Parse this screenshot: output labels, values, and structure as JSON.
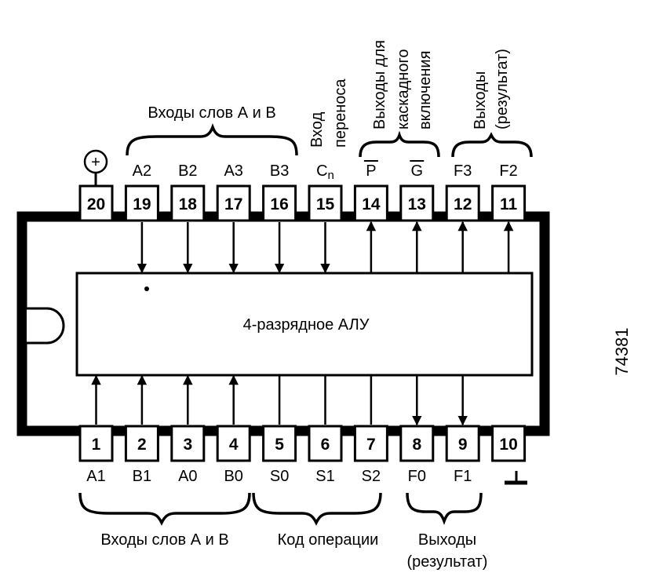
{
  "chip": {
    "part_number": "74381",
    "title": "4-разрядное АЛУ",
    "power_symbol": "+",
    "ground_symbol": "⊥"
  },
  "top_pins": [
    {
      "number": "20",
      "signal": "",
      "kind": "power",
      "direction": "none"
    },
    {
      "number": "19",
      "signal": "A2",
      "kind": "input",
      "direction": "in"
    },
    {
      "number": "18",
      "signal": "B2",
      "kind": "input",
      "direction": "in"
    },
    {
      "number": "17",
      "signal": "A3",
      "kind": "input",
      "direction": "in"
    },
    {
      "number": "16",
      "signal": "B3",
      "kind": "input",
      "direction": "in"
    },
    {
      "number": "15",
      "signal": "Cn",
      "kind": "input",
      "direction": "in"
    },
    {
      "number": "14",
      "signal": "P",
      "kind": "output",
      "direction": "out",
      "overbar": true
    },
    {
      "number": "13",
      "signal": "G",
      "kind": "output",
      "direction": "out",
      "overbar": true
    },
    {
      "number": "12",
      "signal": "F3",
      "kind": "output",
      "direction": "out"
    },
    {
      "number": "11",
      "signal": "F2",
      "kind": "output",
      "direction": "out"
    }
  ],
  "bottom_pins": [
    {
      "number": "1",
      "signal": "A1",
      "kind": "input",
      "direction": "in"
    },
    {
      "number": "2",
      "signal": "B1",
      "kind": "input",
      "direction": "in"
    },
    {
      "number": "3",
      "signal": "A0",
      "kind": "input",
      "direction": "in"
    },
    {
      "number": "4",
      "signal": "B0",
      "kind": "input",
      "direction": "in"
    },
    {
      "number": "5",
      "signal": "S0",
      "kind": "control",
      "direction": "line"
    },
    {
      "number": "6",
      "signal": "S1",
      "kind": "control",
      "direction": "line"
    },
    {
      "number": "7",
      "signal": "S2",
      "kind": "control",
      "direction": "line"
    },
    {
      "number": "8",
      "signal": "F0",
      "kind": "output",
      "direction": "out"
    },
    {
      "number": "9",
      "signal": "F1",
      "kind": "output",
      "direction": "out"
    },
    {
      "number": "10",
      "signal": "",
      "kind": "ground",
      "direction": "none"
    }
  ],
  "top_groups": {
    "word_inputs": "Входы слов А и В",
    "carry_input": [
      "Вход",
      "переноса"
    ],
    "cascade_outputs": [
      "Выходы для",
      "каскадного",
      "включения"
    ],
    "result_outputs": [
      "Выходы",
      "(результат)"
    ]
  },
  "bottom_groups": {
    "word_inputs": "Входы слов А и В",
    "operation_code": "Код операции",
    "result_outputs": [
      "Выходы",
      "(результат)"
    ]
  }
}
